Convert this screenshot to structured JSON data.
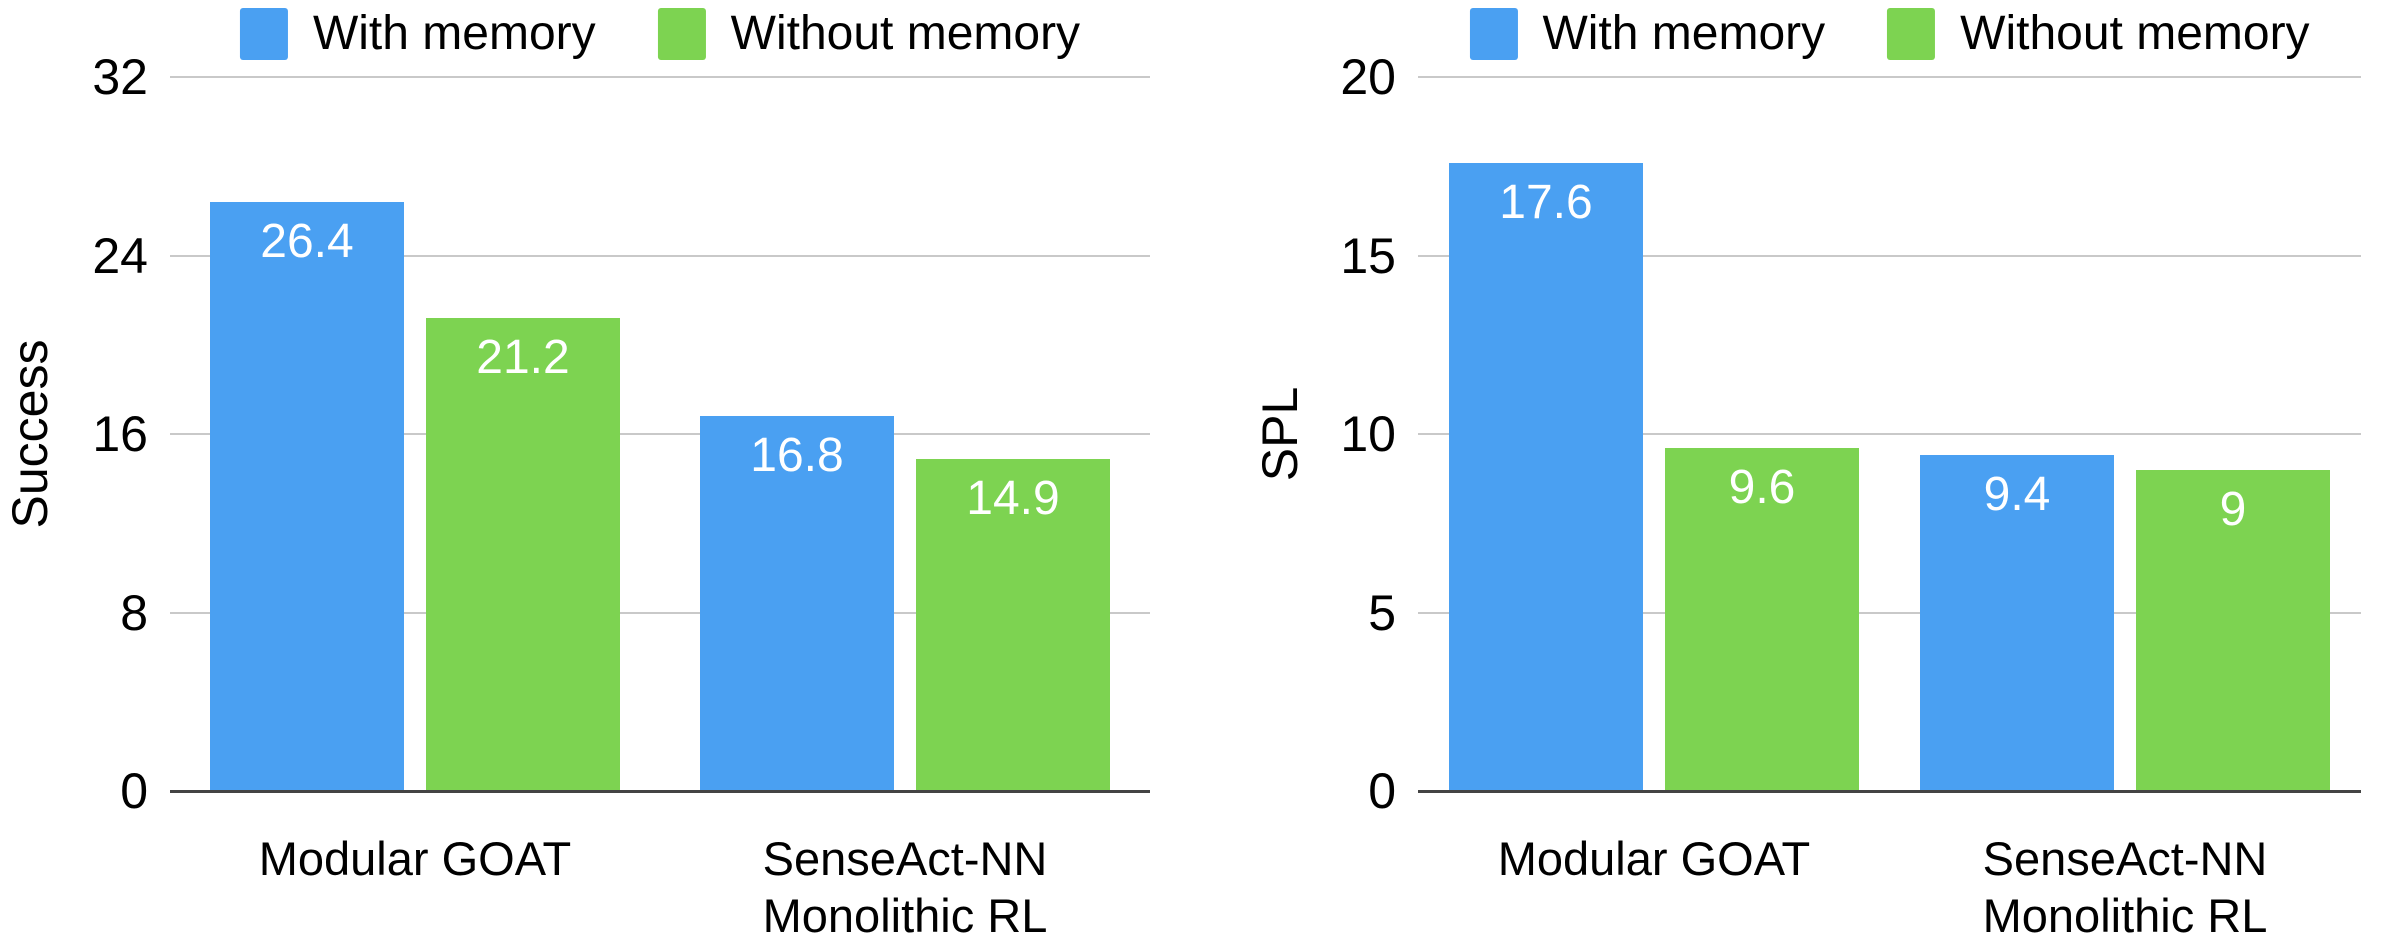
{
  "colors": {
    "with_memory_blue": "#4AA0F2",
    "without_memory_green": "#7DD351",
    "gridline_gray": "#C9C9C9",
    "axis_line_gray": "#444444",
    "bar_value_text": "#FFFFFF",
    "label_text": "#000000",
    "background": "#FFFFFF"
  },
  "chart_data": [
    {
      "type": "bar",
      "ylabel": "Success",
      "ylim": [
        0,
        32
      ],
      "yticks": [
        0,
        8,
        16,
        24,
        32
      ],
      "grid": true,
      "legend_position": "top",
      "categories": [
        "Modular GOAT",
        "SenseAct-NN\nMonolithic RL"
      ],
      "series": [
        {
          "name": "With memory",
          "color": "#4AA0F2",
          "values": [
            26.4,
            16.8
          ]
        },
        {
          "name": "Without memory",
          "color": "#7DD351",
          "values": [
            21.2,
            14.9
          ]
        }
      ]
    },
    {
      "type": "bar",
      "ylabel": "SPL",
      "ylim": [
        0,
        20
      ],
      "yticks": [
        0,
        5,
        10,
        15,
        20
      ],
      "grid": true,
      "legend_position": "top",
      "categories": [
        "Modular GOAT",
        "SenseAct-NN\nMonolithic RL"
      ],
      "series": [
        {
          "name": "With memory",
          "color": "#4AA0F2",
          "values": [
            17.6,
            9.4
          ]
        },
        {
          "name": "Without memory",
          "color": "#7DD351",
          "values": [
            9.6,
            9
          ]
        }
      ]
    }
  ]
}
